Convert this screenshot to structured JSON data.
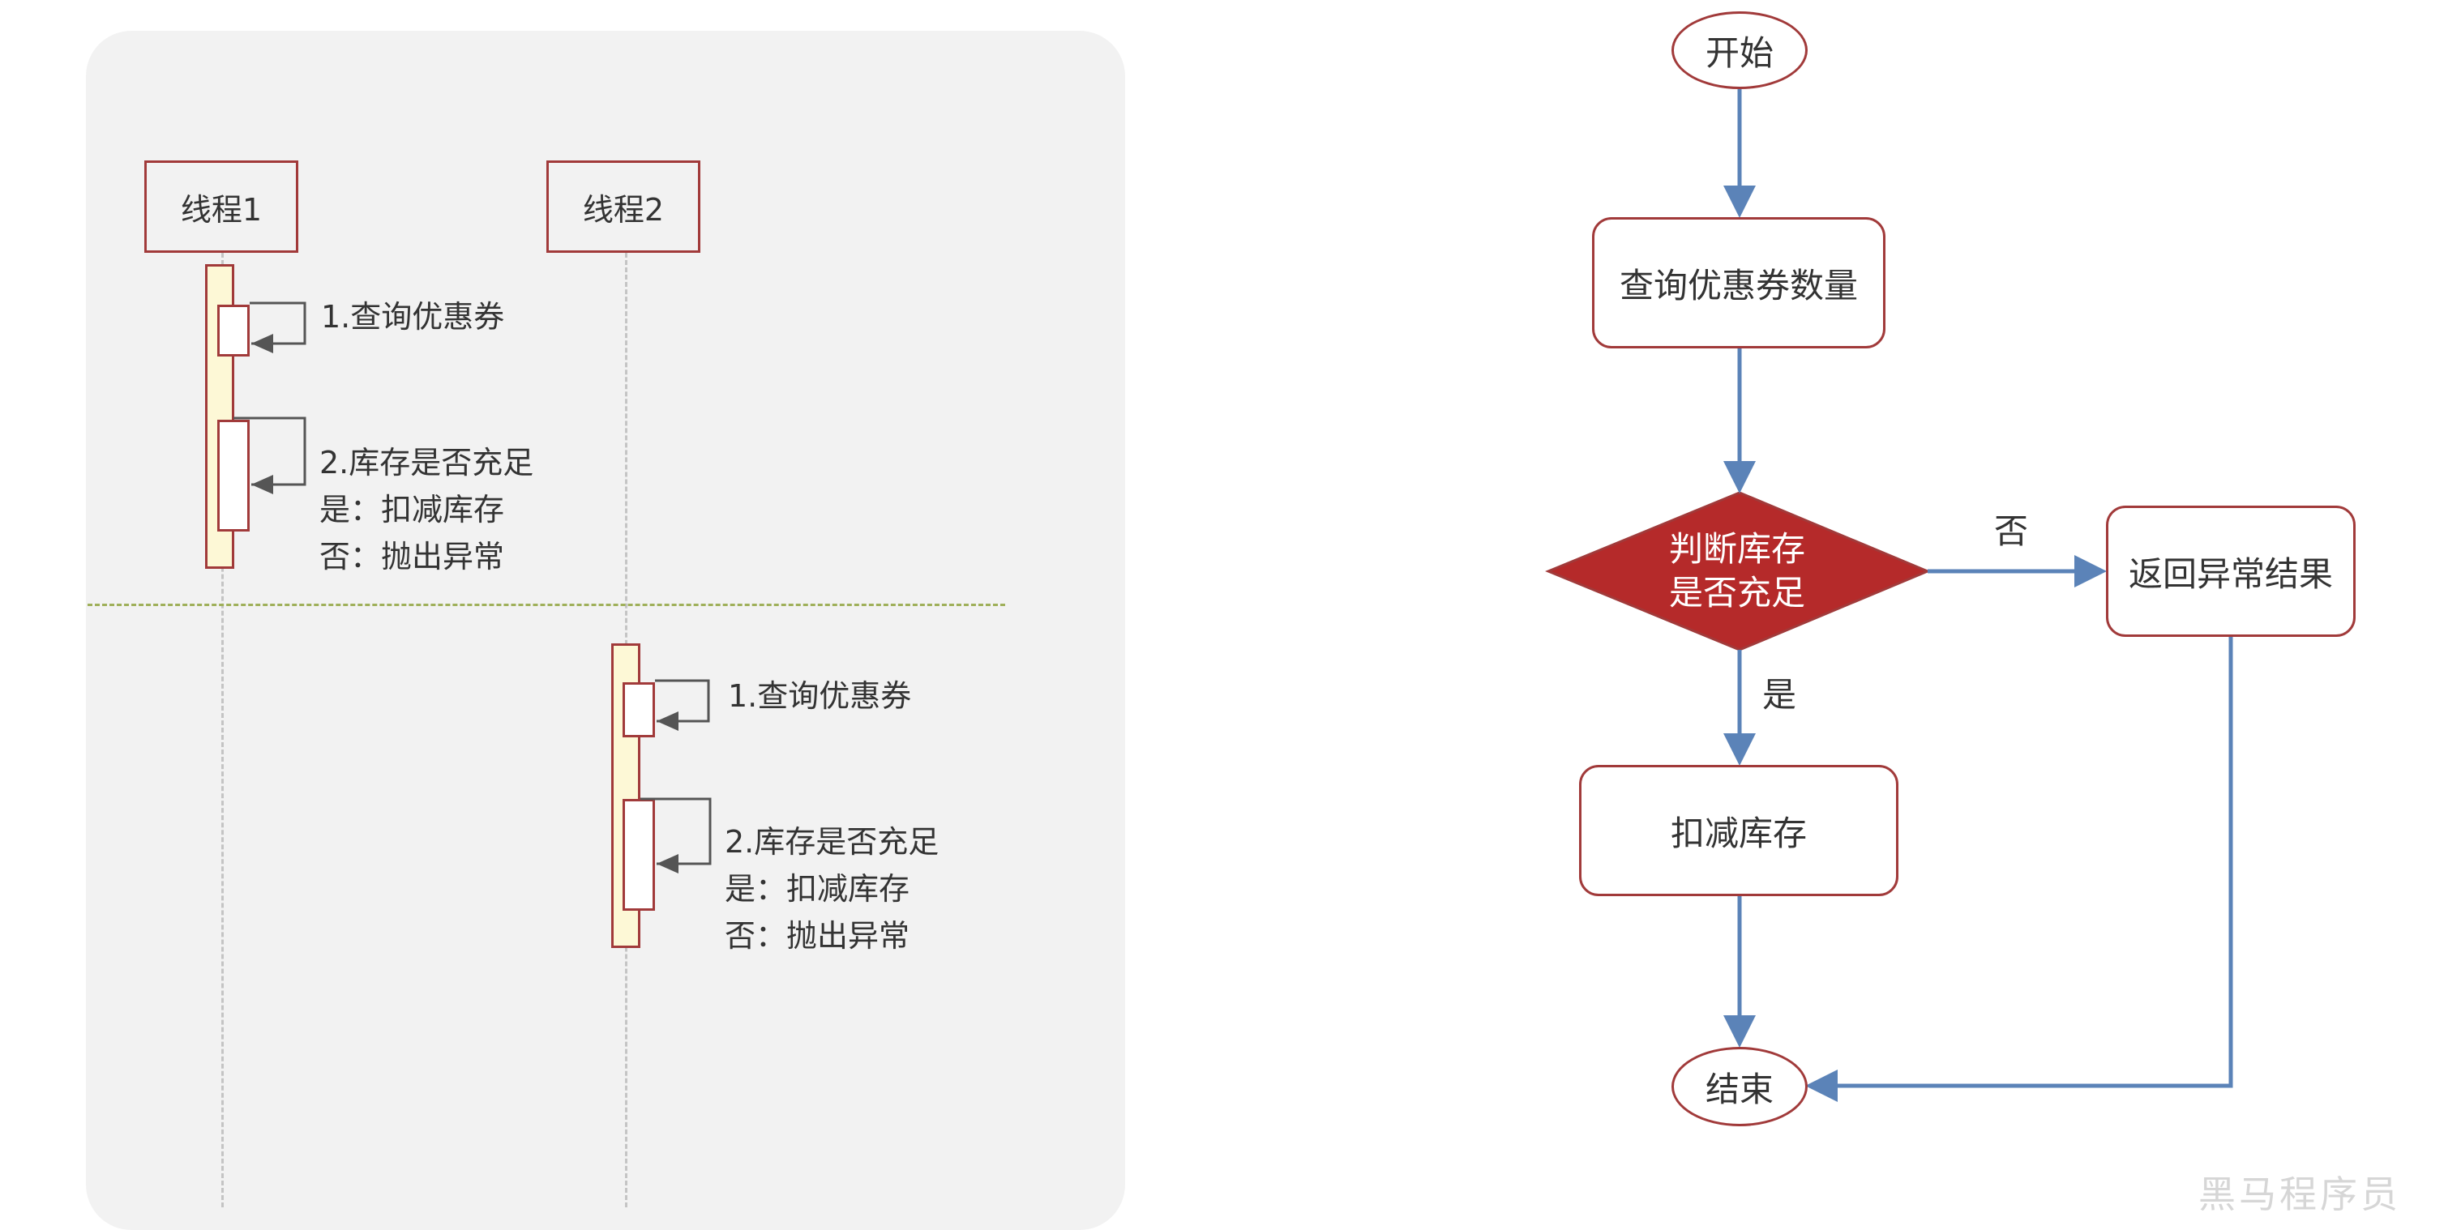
{
  "sequence": {
    "threads": [
      {
        "label": "线程1"
      },
      {
        "label": "线程2"
      }
    ],
    "thread1_steps": {
      "step1": "1.查询优惠券",
      "step2": [
        "2.库存是否充足",
        "是：扣减库存",
        "否：抛出异常"
      ]
    },
    "thread2_steps": {
      "step1": "1.查询优惠券",
      "step2": [
        "2.库存是否充足",
        "是：扣减库存",
        "否：抛出异常"
      ]
    }
  },
  "flowchart": {
    "start": "开始",
    "query": "查询优惠券数量",
    "decision": [
      "判断库存",
      "是否充足"
    ],
    "yes_label": "是",
    "no_label": "否",
    "deduct": "扣减库存",
    "error": "返回异常结果",
    "end": "结束"
  },
  "watermark": "黑马程序员",
  "colors": {
    "panel": "#f2f2f2",
    "thread_border": "#a13a3a",
    "activation_fill": "#fdf8d6",
    "decision_fill": "#b52a2a",
    "flow_arrow": "#5b83b8",
    "divider": "#9fb05a"
  }
}
